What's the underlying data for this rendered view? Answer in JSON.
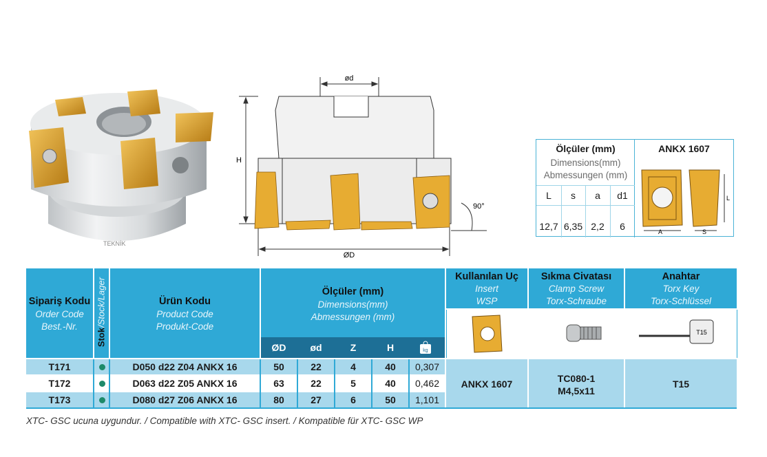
{
  "insert_dims": {
    "title": "Ölçüler (mm)",
    "subtitle_en": "Dimensions(mm)",
    "subtitle_de": "Abmessungen (mm)",
    "insert_name": "ANKX 1607",
    "headers": [
      "L",
      "s",
      "a",
      "d1"
    ],
    "values": [
      "12,7",
      "6,35",
      "2,2",
      "6"
    ],
    "drawing_labels": [
      "L",
      "A",
      "S"
    ]
  },
  "drawing": {
    "label_od_top": "ød",
    "label_h": "H",
    "label_od_bottom": "ØD",
    "label_angle": "90°"
  },
  "table": {
    "col_order": {
      "tr": "Sipariş Kodu",
      "en": "Order Code",
      "de": "Best.-Nr."
    },
    "col_stock": {
      "bold": "Stok",
      "rest": "/Stock/Lager"
    },
    "col_product": {
      "tr": "Ürün Kodu",
      "en": "Product Code",
      "de": "Produkt-Code"
    },
    "col_dims": {
      "tr": "Ölçüler (mm)",
      "en": "Dimensions(mm)",
      "de": "Abmessungen (mm)"
    },
    "col_insert": {
      "tr": "Kullanılan Uç",
      "en": "Insert",
      "de": "WSP"
    },
    "col_screw": {
      "tr": "Sıkma Civatası",
      "en": "Clamp Screw",
      "de": "Torx-Schraube"
    },
    "col_key": {
      "tr": "Anahtar",
      "en": "Torx Key",
      "de": "Torx-Schlüssel"
    },
    "sub_headers": [
      "ØD",
      "ød",
      "Z",
      "H"
    ],
    "weight_icon_label": "kg",
    "rows": [
      {
        "order": "T171",
        "product": "D050 d22 Z04 ANKX 16",
        "OD": "50",
        "od": "22",
        "Z": "4",
        "H": "40",
        "weight": "0,307"
      },
      {
        "order": "T172",
        "product": "D063 d22 Z05 ANKX 16",
        "OD": "63",
        "od": "22",
        "Z": "5",
        "H": "40",
        "weight": "0,462"
      },
      {
        "order": "T173",
        "product": "D080 d27 Z06 ANKX 16",
        "OD": "80",
        "od": "27",
        "Z": "6",
        "H": "50",
        "weight": "1,101"
      }
    ],
    "insert_value": "ANKX 1607",
    "screw_value_1": "TC080-1",
    "screw_value_2": "M4,5x11",
    "key_value": "T15",
    "key_label": "T15",
    "logo_text": "TEKNİK"
  },
  "footnote": "XTC- GSC ucuna uygundur. / Compatible with XTC- GSC insert. / Kompatible für XTC- GSC WP",
  "colors": {
    "header_blue": "#2fa9d6",
    "light_blue": "#a8d8ec",
    "dark_blue": "#1d6f96",
    "gold": "#e0a830",
    "stock_dot": "#1d8a6a"
  }
}
